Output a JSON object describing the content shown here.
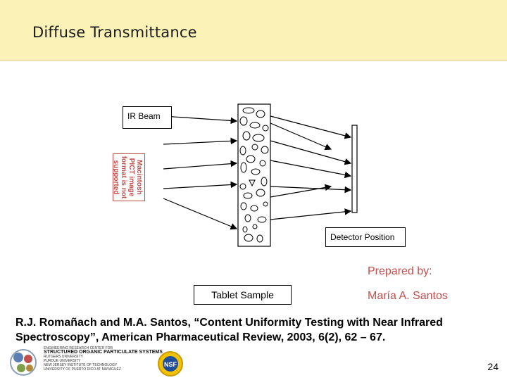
{
  "title": "Diffuse Transmittance",
  "labels": {
    "ir_beam": "IR Beam",
    "detector_position": "Detector Position",
    "tablet_sample": "Tablet Sample",
    "pict_placeholder": "Macintosh PICT image format is not supported"
  },
  "credits": {
    "prepared_by": "Prepared by:",
    "author": "María A. Santos"
  },
  "citation": "R.J. Romañach and M.A. Santos, “Content Uniformity Testing with Near Infrared Spectroscopy”, American Pharmaceutical Review, 2003, 6(2), 62 – 67.",
  "page_number": "24",
  "footer": {
    "org_heading": "ENGINEERING RESEARCH CENTER FOR",
    "org_name": "STRUCTURED ORGANIC PARTICULATE SYSTEMS",
    "universities": [
      "RUTGERS UNIVERSITY",
      "PURDUE UNIVERSITY",
      "NEW JERSEY INSTITUTE OF TECHNOLOGY",
      "UNIVERSITY OF PUERTO RICO AT MAYAGUEZ"
    ],
    "nsf_label": "NSF"
  },
  "colors": {
    "title_bar": "#fbf2b7",
    "accent": "#c0504d"
  }
}
